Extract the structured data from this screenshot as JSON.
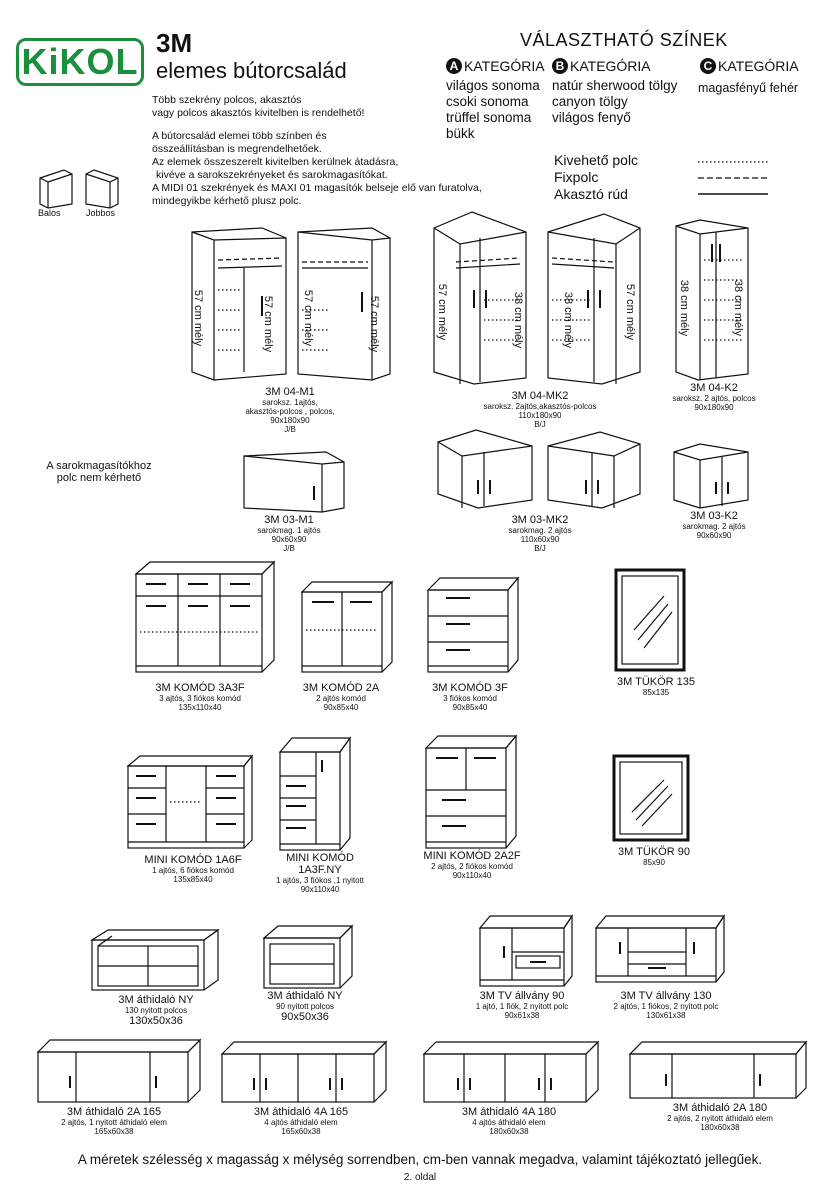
{
  "header": {
    "logo_text": "KiKOL",
    "title": "3M",
    "subtitle": "elemes bútorcsalád",
    "note_lines": [
      "Több szekrény polcos, akasztós",
      "vagy polcos akasztós kivitelben is rendelhető!"
    ],
    "info_lines": [
      "A bútorcsalád elemei több színben és",
      "összeállításban is megrendelhetőek.",
      "Az elemek összeszerelt kivitelben kerülnek átadásra,",
      "kivéve a sarokszekrényeket és sarokmagasítókat.",
      "A MIDI 01 szekrények és MAXI 01 magasítók belseje elő van furatolva,",
      "mindegyikbe kérhető plusz polc."
    ],
    "balos": "Balos",
    "jobbos": "Jobbos"
  },
  "colors": {
    "title": "VÁLASZTHATÓ SZÍNEK",
    "categories": [
      {
        "badge": "A",
        "label": "KATEGÓRIA",
        "items": [
          "világos sonoma",
          "csoki sonoma",
          "trüffel sonoma",
          "bükk"
        ]
      },
      {
        "badge": "B",
        "label": "KATEGÓRIA",
        "items": [
          "natúr sherwood tölgy",
          "canyon tölgy",
          "világos fenyő"
        ]
      },
      {
        "badge": "C",
        "label": "KATEGÓRIA",
        "items": [
          "magasfényű fehér"
        ]
      }
    ]
  },
  "legend": {
    "items": [
      "Kivehető polc",
      "Fixpolc",
      "Akasztó rúd"
    ]
  },
  "depth_labels": {
    "d57": "57 cm mély",
    "d38": "38 cm mély"
  },
  "corner_note": [
    "A sarokmagasítókhoz",
    "polc nem kérhető"
  ],
  "products": {
    "m1": {
      "name": "3M 04-M1",
      "desc": [
        "saroksz. 1ajtós,",
        "akasztós-polcos , polcos,"
      ],
      "size": "90x180x90",
      "side": "J/B"
    },
    "mk2": {
      "name": "3M 04-MK2",
      "desc": [
        "saroksz. 2ajtós,akasztós-polcos"
      ],
      "size": "110x180x90",
      "side": "B/J"
    },
    "k2": {
      "name": "3M 04-K2",
      "desc": [
        "saroksz. 2 ajtós, polcos"
      ],
      "size": "90x180x90"
    },
    "m1s": {
      "name": "3M 03-M1",
      "desc": [
        "sarokmag. 1 ajtós"
      ],
      "size": "90x60x90",
      "side": "J/B"
    },
    "mk2s": {
      "name": "3M 03-MK2",
      "desc": [
        "sarokmag. 2 ajtós"
      ],
      "size": "110x60x90",
      "side": "B/J"
    },
    "k2s": {
      "name": "3M 03-K2",
      "desc": [
        "sarokmag. 2 ajtós"
      ],
      "size": "90x60x90"
    },
    "k3a3f": {
      "name": "3M KOMÓD 3A3F",
      "desc": [
        "3 ajtós, 3 fiókos komód"
      ],
      "size": "135x110x40"
    },
    "k2a": {
      "name": "3M KOMÓD 2A",
      "desc": [
        "2 ajtós komód"
      ],
      "size": "90x85x40"
    },
    "k3f": {
      "name": "3M KOMÓD 3F",
      "desc": [
        "3 fiókos komód"
      ],
      "size": "90x85x40"
    },
    "t135": {
      "name": "3M TÜKÖR 135",
      "size": "85x135"
    },
    "mk1a6f": {
      "name": "MINI KOMÓD 1A6F",
      "desc": [
        "1 ajtós, 6 fiókos komód"
      ],
      "size": "135x85x40"
    },
    "mk1a3f": {
      "name_lines": [
        "MINI KOMÓD",
        "1A3F.NY"
      ],
      "desc": [
        "1 ajtós, 3 fiókos ,1 nyitott"
      ],
      "size": "90x110x40"
    },
    "mk2a2f": {
      "name": "MINI KOMÓD 2A2F",
      "desc": [
        "2 ajtós, 2 fiókos komód"
      ],
      "size": "90x110x40"
    },
    "t90": {
      "name": "3M TÜKÖR 90",
      "size": "85x90"
    },
    "ath130": {
      "name": "3M áthidaló NY",
      "desc": [
        "130 nyitott polcos"
      ],
      "size": "130x50x36"
    },
    "ath90": {
      "name": "3M áthidaló NY",
      "desc": [
        "90 nyitott polcos"
      ],
      "size": "90x50x36"
    },
    "tv90": {
      "name": "3M TV állvány 90",
      "desc": [
        "1 ajtó, 1 fiók, 2 nyitott polc"
      ],
      "size": "90x61x38"
    },
    "tv130": {
      "name": "3M TV állvány 130",
      "desc": [
        "2 ajtós, 1 fiókos, 2 nyitott polc"
      ],
      "size": "130x61x38"
    },
    "a2a165": {
      "name": "3M áthidaló 2A 165",
      "desc": [
        "2 ajtós, 1 nyitott áthidaló elem"
      ],
      "size": "165x60x38"
    },
    "a4a165": {
      "name": "3M áthidaló 4A 165",
      "desc": [
        "4 ajtós áthidaló elem"
      ],
      "size": "165x60x38"
    },
    "a4a180": {
      "name": "3M áthidaló 4A 180",
      "desc": [
        "4 ajtós áthidaló elem"
      ],
      "size": "180x60x38"
    },
    "a2a180": {
      "name": "3M áthidaló 2A 180",
      "desc": [
        "2 ajtós, 2 nyitott áthidaló elem"
      ],
      "size": "180x60x38"
    }
  },
  "footer": "A méretek szélesség x magasság x mélység sorrendben, cm-ben vannak megadva, valamint tájékoztató jellegűek.",
  "page_number": "2. oldal"
}
